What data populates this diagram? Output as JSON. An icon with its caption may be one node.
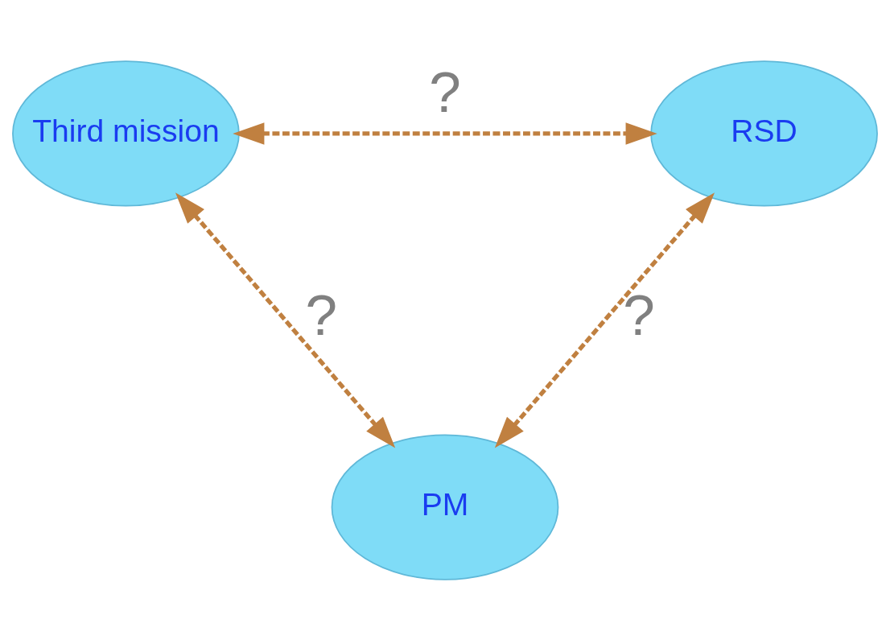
{
  "diagram": {
    "nodes": [
      {
        "text": [
          "Third mission"
        ]
      },
      {
        "text": [
          "RSD"
        ]
      },
      {
        "text": [
          "PM"
        ]
      }
    ],
    "edges": [
      {
        "from": 0,
        "to": 1,
        "arrow": "both",
        "label": "?",
        "style": "dashed"
      },
      {
        "from": 0,
        "to": 2,
        "arrow": "both",
        "label": "?",
        "style": "dashed"
      },
      {
        "from": 1,
        "to": 2,
        "arrow": "both",
        "label": "?",
        "style": "dashed"
      }
    ]
  }
}
